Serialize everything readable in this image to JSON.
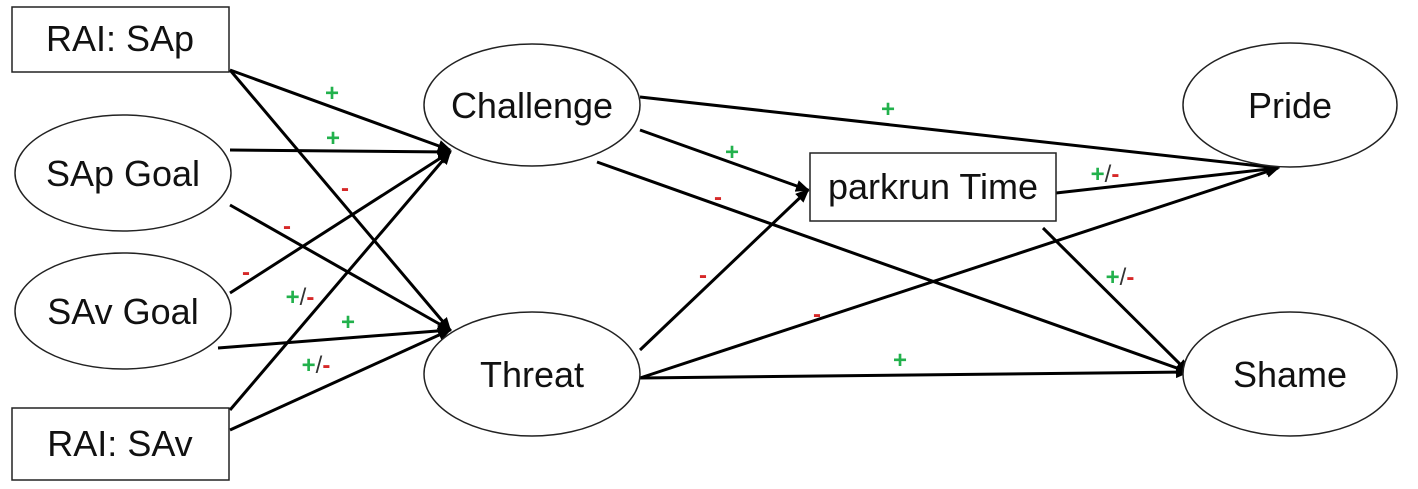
{
  "colors": {
    "positive": "#22b14c",
    "negative": "#d62828",
    "separator": "#333333"
  },
  "nodes": {
    "rai_sap": "RAI: SAp",
    "sap_goal": "SAp Goal",
    "sav_goal": "SAv Goal",
    "rai_sav": "RAI: SAv",
    "challenge": "Challenge",
    "threat": "Threat",
    "parkrun_time": "parkrun Time",
    "pride": "Pride",
    "shame": "Shame"
  },
  "edges": [
    {
      "from": "rai_sap",
      "to": "challenge",
      "sign": "+"
    },
    {
      "from": "rai_sap",
      "to": "threat",
      "sign": "-"
    },
    {
      "from": "sap_goal",
      "to": "challenge",
      "sign": "+"
    },
    {
      "from": "sap_goal",
      "to": "threat",
      "sign": "-"
    },
    {
      "from": "sav_goal",
      "to": "challenge",
      "sign": "-"
    },
    {
      "from": "sav_goal",
      "to": "threat",
      "sign": "+"
    },
    {
      "from": "rai_sav",
      "to": "challenge",
      "sign": "+/-"
    },
    {
      "from": "rai_sav",
      "to": "threat",
      "sign": "+/-"
    },
    {
      "from": "challenge",
      "to": "pride",
      "sign": "+"
    },
    {
      "from": "challenge",
      "to": "parkrun_time",
      "sign": "+"
    },
    {
      "from": "challenge",
      "to": "shame",
      "sign": "-"
    },
    {
      "from": "threat",
      "to": "parkrun_time",
      "sign": "-"
    },
    {
      "from": "threat",
      "to": "pride",
      "sign": "-"
    },
    {
      "from": "threat",
      "to": "shame",
      "sign": "+"
    },
    {
      "from": "parkrun_time",
      "to": "pride",
      "sign": "+/-"
    },
    {
      "from": "parkrun_time",
      "to": "shame",
      "sign": "+/-"
    }
  ]
}
